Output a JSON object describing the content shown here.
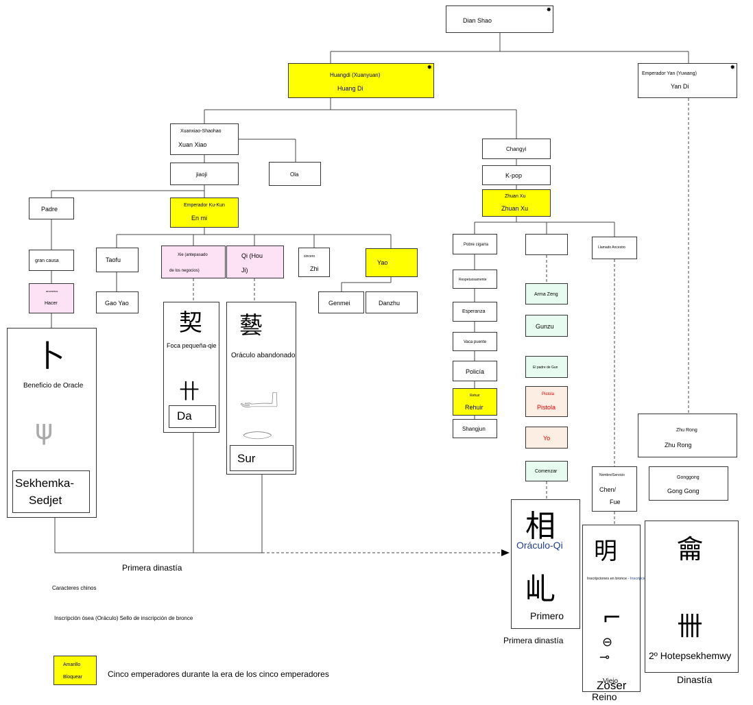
{
  "nodes": {
    "dian_shao": "Dian Shao",
    "huangdi_1": "Huangdi (Xuanyuan)",
    "huangdi_2": "Huang Di",
    "yan_1": "Emperador Yan (Yuwang)",
    "yan_2": "Yan Di",
    "xuanxiao_1": "Xuanxiao-Shaohao",
    "xuanxiao_2": "Xuan Xiao",
    "changyi": "Changyi",
    "jiaoji": "jiaoji",
    "ola": "Ola",
    "kpop": "K-pop",
    "zhuanxu_1": "Zhuan Xu",
    "zhuanxu_2": "Zhuan Xu",
    "padre": "Padre",
    "kukun_1": "Emperador Ku-Kun",
    "kukun_2": "En mi",
    "pobre": "Pobre cigarra",
    "llamado": "Llamado Ancestro",
    "gran_causa": "gran causa",
    "taofu": "Taofu",
    "xie_1": "Xie (antepasado",
    "xie_2": "de los negocios)",
    "qi_1": "Qi (Hou",
    "qi_2": "Ji)",
    "zhi_small": "sincero",
    "zhi": "Zhi",
    "yao": "Yao",
    "respetuosamente": "Respetuosamente",
    "hacer_small": "ancestros",
    "hacer": "Hacer",
    "gao_yao": "Gao Yao",
    "genmei": "Genmei",
    "danzhu": "Danzhu",
    "arma_zeng": "Arma Zeng",
    "esperanza": "Esperanza",
    "gunzu": "Gunzu",
    "vaca_puente": "Vaca puente",
    "padre_gun": "El padre de Gun",
    "policia": "Policía",
    "rehuir_small": "Rehuir",
    "rehuir": "Rehuir",
    "pistola_small": "Pistola",
    "pistola": "Pistola",
    "shangjun": "Shangjun",
    "yo": "Yo",
    "zhu_rong_1": "Zhu Rong",
    "zhu_rong_2": "Zhu Rong",
    "comenzar": "Comenzar",
    "gonggong_1": "Gonggong",
    "gonggong_2": "Gong Gong",
    "nombre_servicio": "Nombre/Servicio",
    "chen": "Chen/",
    "fue": "Fue"
  },
  "panels": {
    "beneficio": "Beneficio de Oracle",
    "sekhemka_1": "Sekhemka-",
    "sekhemka_2": "Sedjet",
    "foca": "Foca pequeña-qie",
    "da": "Da",
    "oraculo_abandonado": "Oráculo abandonado",
    "sur": "Sur",
    "oraculo_qi": "Oráculo-Qi",
    "primero": "Primero",
    "zoser": "Zoser",
    "inscripciones_1": "Inscripciones en bronce - ",
    "inscripciones_2": "Inscripciones en huesos oraculares - Gong",
    "hotep": "2º Hotepsekhemwy"
  },
  "labels": {
    "primera_dinastia_1": "Primera dinastía",
    "primera_dinastia_2": "Primera dinastía",
    "viejo": "Viejo",
    "reino": "Reino",
    "dinastia": "Dinastía"
  },
  "legend": {
    "caracteres": "Caracteres chinos",
    "inscripcion": "Inscripción ósea (Oráculo) Sello de inscripción de bronce",
    "amarillo": "Amarillo",
    "bloquear": "Bloquear",
    "cinco": "Cinco emperadores durante la era de los cinco emperadores"
  },
  "colors": {
    "emperor": "#ffff00",
    "pink": "#fde2f6",
    "green": "#e8fbf0",
    "peach": "#fdeee4"
  }
}
